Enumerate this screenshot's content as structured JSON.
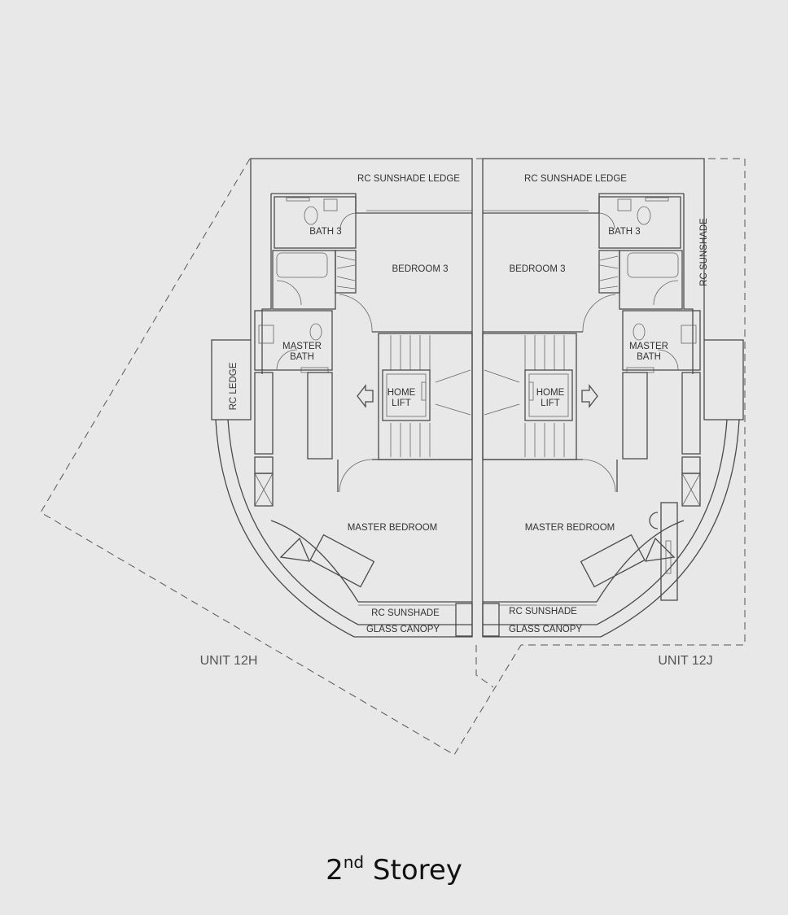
{
  "title": {
    "ordinal": "2",
    "suffix": "nd",
    "label": "Storey"
  },
  "units": [
    {
      "name": "UNIT 12H",
      "rooms": {
        "sunshade_ledge": "RC SUNSHADE LEDGE",
        "bath3": "BATH 3",
        "bedroom3": "BEDROOM 3",
        "master_bath_1": "MASTER",
        "master_bath_2": "BATH",
        "lift_1": "HOME",
        "lift_2": "LIFT",
        "master_bedroom": "MASTER BEDROOM",
        "rc_sunshade": "RC SUNSHADE",
        "glass_canopy": "GLASS CANOPY",
        "side": "RC LEDGE"
      }
    },
    {
      "name": "UNIT 12J",
      "rooms": {
        "sunshade_ledge": "RC SUNSHADE LEDGE",
        "bath3": "BATH 3",
        "bedroom3": "BEDROOM 3",
        "master_bath_1": "MASTER",
        "master_bath_2": "BATH",
        "lift_1": "HOME",
        "lift_2": "LIFT",
        "master_bedroom": "MASTER BEDROOM",
        "rc_sunshade": "RC SUNSHADE",
        "glass_canopy": "GLASS CANOPY",
        "side": "RC SUNSHADE"
      }
    }
  ]
}
